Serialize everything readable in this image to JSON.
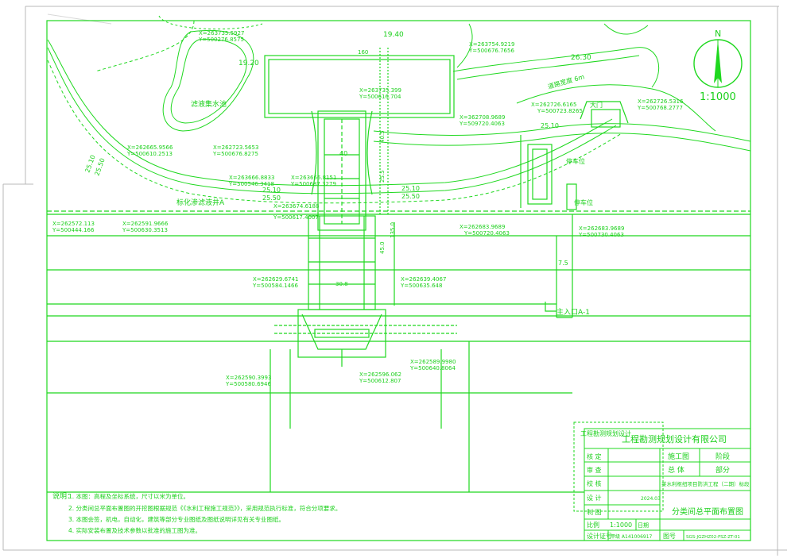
{
  "colors": {
    "line": "#1fd81f",
    "text": "#18c418",
    "paper": "#ffffff",
    "scan": "#c8c8c8"
  },
  "north": {
    "label": "N",
    "scale": "1:1000"
  },
  "labels": {
    "pool": "滤液集水池",
    "wellA": "标化渗滤液井A",
    "roadNote": "道路宽度 6m",
    "gate": "大门",
    "parking": "停车位",
    "parking2": "停车位",
    "entrance": "主入口A-1",
    "buildingTag": "40"
  },
  "elevations": {
    "e1": "19.40",
    "e2": "19.20",
    "e3": "26.30",
    "e4": "25.10",
    "e5": "25.10",
    "e6": "25.50",
    "e7": "25.10",
    "e8": "25.50",
    "e9": "25.10",
    "e10": "25.50",
    "e11": "7.5"
  },
  "dims": {
    "d1": "160",
    "d2": "30.8",
    "d3": "40.5",
    "d4": "25.5",
    "d5": "45.0",
    "d6": "135.0"
  },
  "coords": [
    {
      "x": "X=263735.5927",
      "y": "Y=500276.8575"
    },
    {
      "x": "X=263754.9219",
      "y": "Y=500676.7656"
    },
    {
      "x": "X=263735.399",
      "y": "Y=500616.704"
    },
    {
      "x": "X=262726.6165",
      "y": "Y=500723.8265"
    },
    {
      "x": "X=262726.5316",
      "y": "Y=500768.2777"
    },
    {
      "x": "X=362708.9689",
      "y": "Y=509720.4063"
    },
    {
      "x": "X=262665.9566",
      "y": "Y=500610.2513"
    },
    {
      "x": "X=262723.5653",
      "y": "Y=500676.8275"
    },
    {
      "x": "X=263666.8833",
      "y": "Y=500546.3418"
    },
    {
      "x": "X=263666.8151",
      "y": "Y=500687.3279"
    },
    {
      "x": "X=263674.6188",
      "y": "Y=500617.4007"
    },
    {
      "x": "X=262572.113",
      "y": "Y=500444.166"
    },
    {
      "x": "X=262591.9666",
      "y": "Y=500630.3513"
    },
    {
      "x": "X=262683.9689",
      "y": "Y=500720.4063"
    },
    {
      "x": "X=262683.9689",
      "y": "Y=500730.4063"
    },
    {
      "x": "X=262629.6741",
      "y": "Y=500584.1466"
    },
    {
      "x": "X=262639.4067",
      "y": "Y=500635.648"
    },
    {
      "x": "X=262590.3993",
      "y": "Y=500580.6946"
    },
    {
      "x": "X=262589.9980",
      "y": "Y=500640.8064"
    },
    {
      "x": "X=262596.062",
      "y": "Y=500612.807"
    }
  ],
  "notes": {
    "heading": "说明：",
    "lines": [
      "1. 本图：高程及坐标系统，尺寸以米为单位。",
      "2. 分类间总平面布置图的开挖图根据规范《《水利工程施工规范》》，采用规范执行标准，符合分项要求。",
      "3. 本图会签，机电，自动化，建筑等部分专业图纸及图纸说明详见有关专业图纸。",
      "4. 实际安装布置及技术参数以批准的施工图为准。"
    ]
  },
  "titleBlock": {
    "company": "工程勘测规划设计有限公司",
    "stampText": "工程勘测规划设计",
    "stage1": "施工图",
    "stage2": "阶段",
    "r2a": "总  体",
    "r2b": "部分",
    "project": "某水利枢纽项目防洪工程（二期）标段",
    "sig1": "核 定",
    "sig2": "审 查",
    "sig3": "校 核",
    "sig4": "设 计",
    "sig5": "制 图",
    "scaleLabel": "比例",
    "scaleValue": "1:1000",
    "dateLabel": "日期",
    "dateValue": "2024.03",
    "drawingTitle": "分类间总平面布置图",
    "certLabel": "设计证号",
    "certValue": "甲级 A141006917",
    "noLabel": "图号",
    "noValue": "SGS-JGZHZ02-FSZ-ZT-01"
  }
}
